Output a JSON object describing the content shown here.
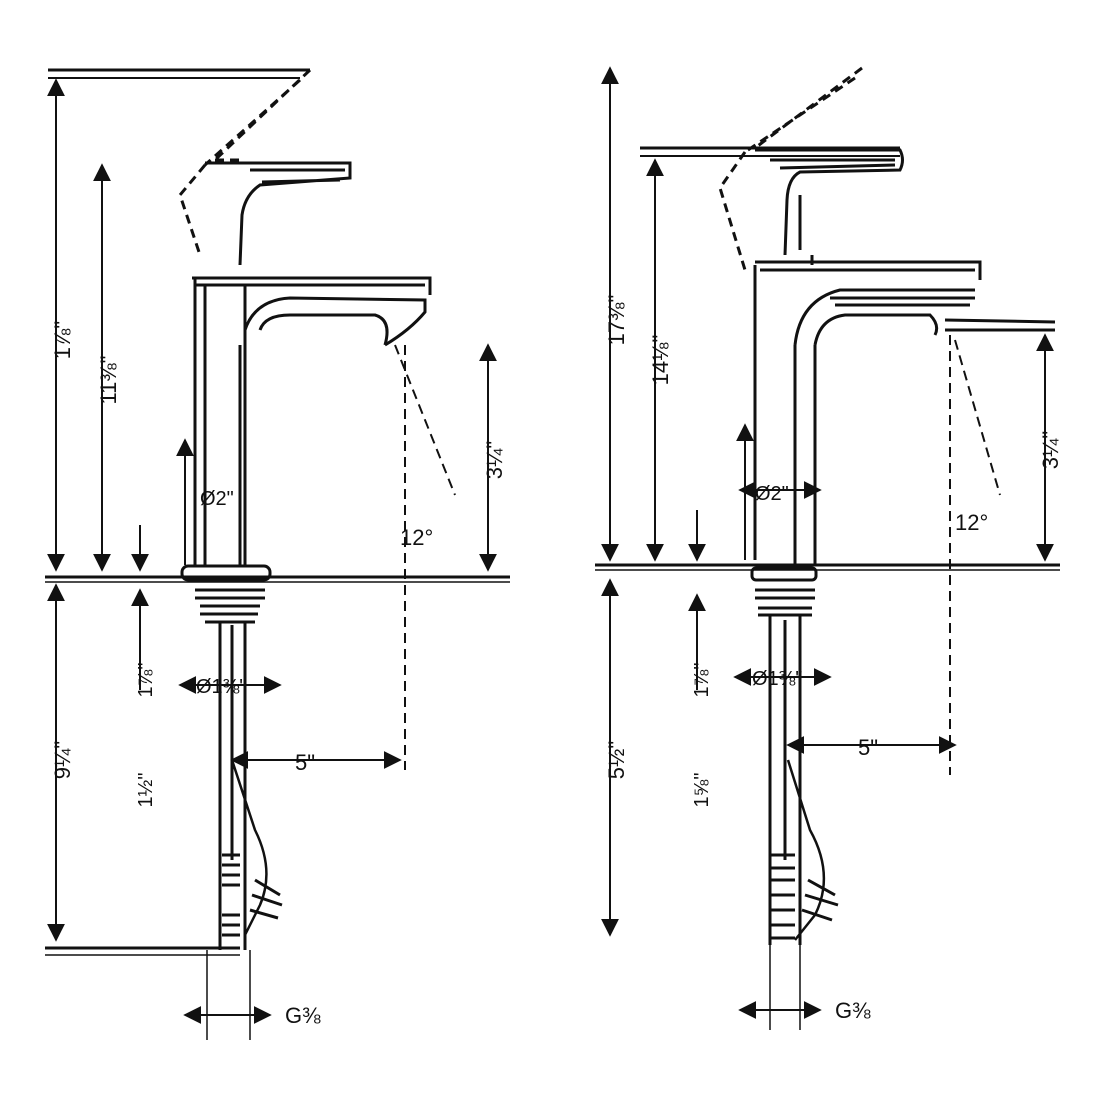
{
  "colors": {
    "line": "#111111",
    "background": "#ffffff"
  },
  "left_view": {
    "dims": {
      "total_height": "1⅞\"",
      "spout_height": "11⅜\"",
      "outlet_height": "3¼\"",
      "angle": "12°",
      "body_diameter": "Ø2\"",
      "shank_diameter": "Ø1⅜\"",
      "deck_thickness": "1⅞\"",
      "below_deck": "9¼\"",
      "max_deck": "1½\"",
      "projection": "5\"",
      "connection": "G⅜"
    }
  },
  "right_view": {
    "dims": {
      "total_height": "17⅜\"",
      "spout_height": "14⅛\"",
      "outlet_height": "3¼\"",
      "angle": "12°",
      "body_diameter": "Ø2\"",
      "shank_diameter": "Ø1⅜\"",
      "deck_thickness": "1⅞\"",
      "below_deck": "5½\"",
      "max_deck": "1⅝\"",
      "projection": "5\"",
      "connection": "G⅜"
    }
  }
}
